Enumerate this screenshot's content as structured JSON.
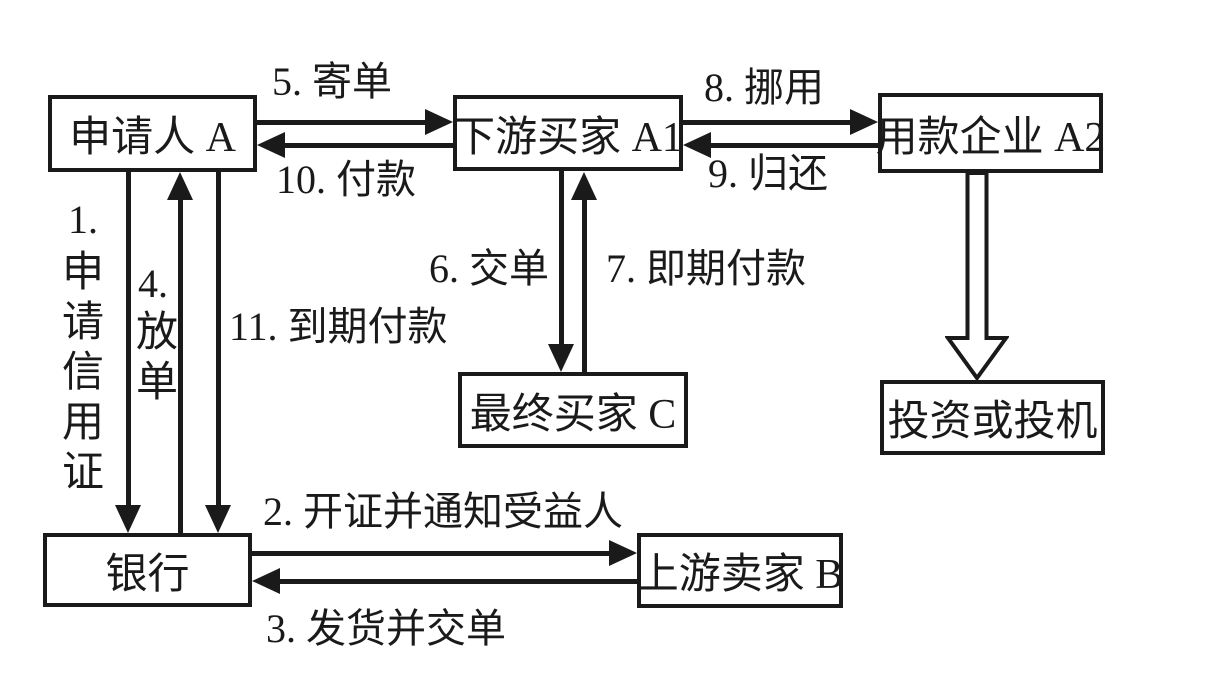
{
  "diagram": {
    "title_hint": "letter-of-credit-misappropriation-flow",
    "colors": {
      "line": "#1a1a1a",
      "background": "#ffffff"
    },
    "nodes": {
      "applicant": "申请人 A",
      "downstream_buyer": "下游买家 A1",
      "fund_user": "用款企业 A2",
      "final_buyer": "最终买家 C",
      "investment": "投资或投机",
      "bank": "银行",
      "upstream_seller": "上游卖家 B"
    },
    "flows": {
      "f1": {
        "number": "1.",
        "label": "申请信用证"
      },
      "f2": "2. 开证并通知受益人",
      "f3": "3. 发货并交单",
      "f4": {
        "number": "4.",
        "label": "放单"
      },
      "f5": "5. 寄单",
      "f6": "6. 交单",
      "f7": "7. 即期付款",
      "f8": "8. 挪用",
      "f9": "9. 归还",
      "f10": "10. 付款",
      "f11": "11. 到期付款"
    }
  }
}
